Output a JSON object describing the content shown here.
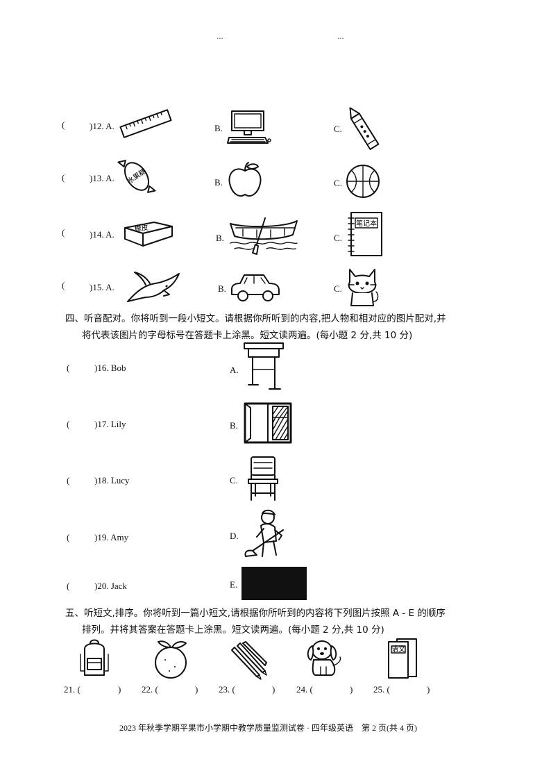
{
  "header_fragment": {
    "left": "...",
    "right": "..."
  },
  "questions_part3": [
    {
      "paren": "(",
      "num": ")12. A.",
      "b": "B.",
      "c": "C."
    },
    {
      "paren": "(",
      "num": ")13. A.",
      "b": "B.",
      "c": "C."
    },
    {
      "paren": "(",
      "num": ")14. A.",
      "b": "B.",
      "c": "C."
    },
    {
      "paren": "(",
      "num": ")15. A.",
      "b": "B.",
      "c": "C."
    }
  ],
  "picture_text": {
    "candy": "水果糖",
    "eraser": "橡皮",
    "notebook": "笔记本",
    "chinese_book": "语文"
  },
  "section4": {
    "title_line1": "四、听音配对。你将听到一段小短文。请根据你所听到的内容,把人物和相对应的图片配对,并",
    "title_line2": "将代表该图片的字母标号在答题卡上涂黑。短文读两遍。(每小题 2 分,共 10 分)",
    "items": [
      {
        "paren": "(",
        "num": ")16. Bob",
        "opt": "A."
      },
      {
        "paren": "(",
        "num": ")17. Lily",
        "opt": "B."
      },
      {
        "paren": "(",
        "num": ")18. Lucy",
        "opt": "C."
      },
      {
        "paren": "(",
        "num": ")19. Amy",
        "opt": "D."
      },
      {
        "paren": "(",
        "num": ")20. Jack",
        "opt": "E."
      }
    ]
  },
  "section5": {
    "title_line1": "五、听短文,排序。你将听到一篇小短文,请根据你所听到的内容将下列图片按照 A - E 的顺序",
    "title_line2": "排列。并将其答案在答题卡上涂黑。短文读两遍。(每小题 2 分,共 10 分)",
    "answers": [
      {
        "num": "21. (",
        "close": ")"
      },
      {
        "num": "22. (",
        "close": ")"
      },
      {
        "num": "23. (",
        "close": ")"
      },
      {
        "num": "24. (",
        "close": ")"
      },
      {
        "num": "25. (",
        "close": ")"
      }
    ]
  },
  "footer": "2023 年秋季学期平果市小学期中教学质量监测试卷 · 四年级英语    第 2 页(共 4 页)",
  "icons": [
    "ruler-icon",
    "computer-icon",
    "crayon-icon",
    "candy-icon",
    "apple-icon",
    "basketball-icon",
    "eraser-icon",
    "boat-icon",
    "notebook-icon",
    "bird-icon",
    "car-icon",
    "cat-icon",
    "desk-icon",
    "window-icon",
    "chair-icon",
    "sweeping-boy-icon",
    "blackboard-icon",
    "schoolbag-icon",
    "orange-icon",
    "pencils-icon",
    "dog-icon",
    "books-icon"
  ]
}
